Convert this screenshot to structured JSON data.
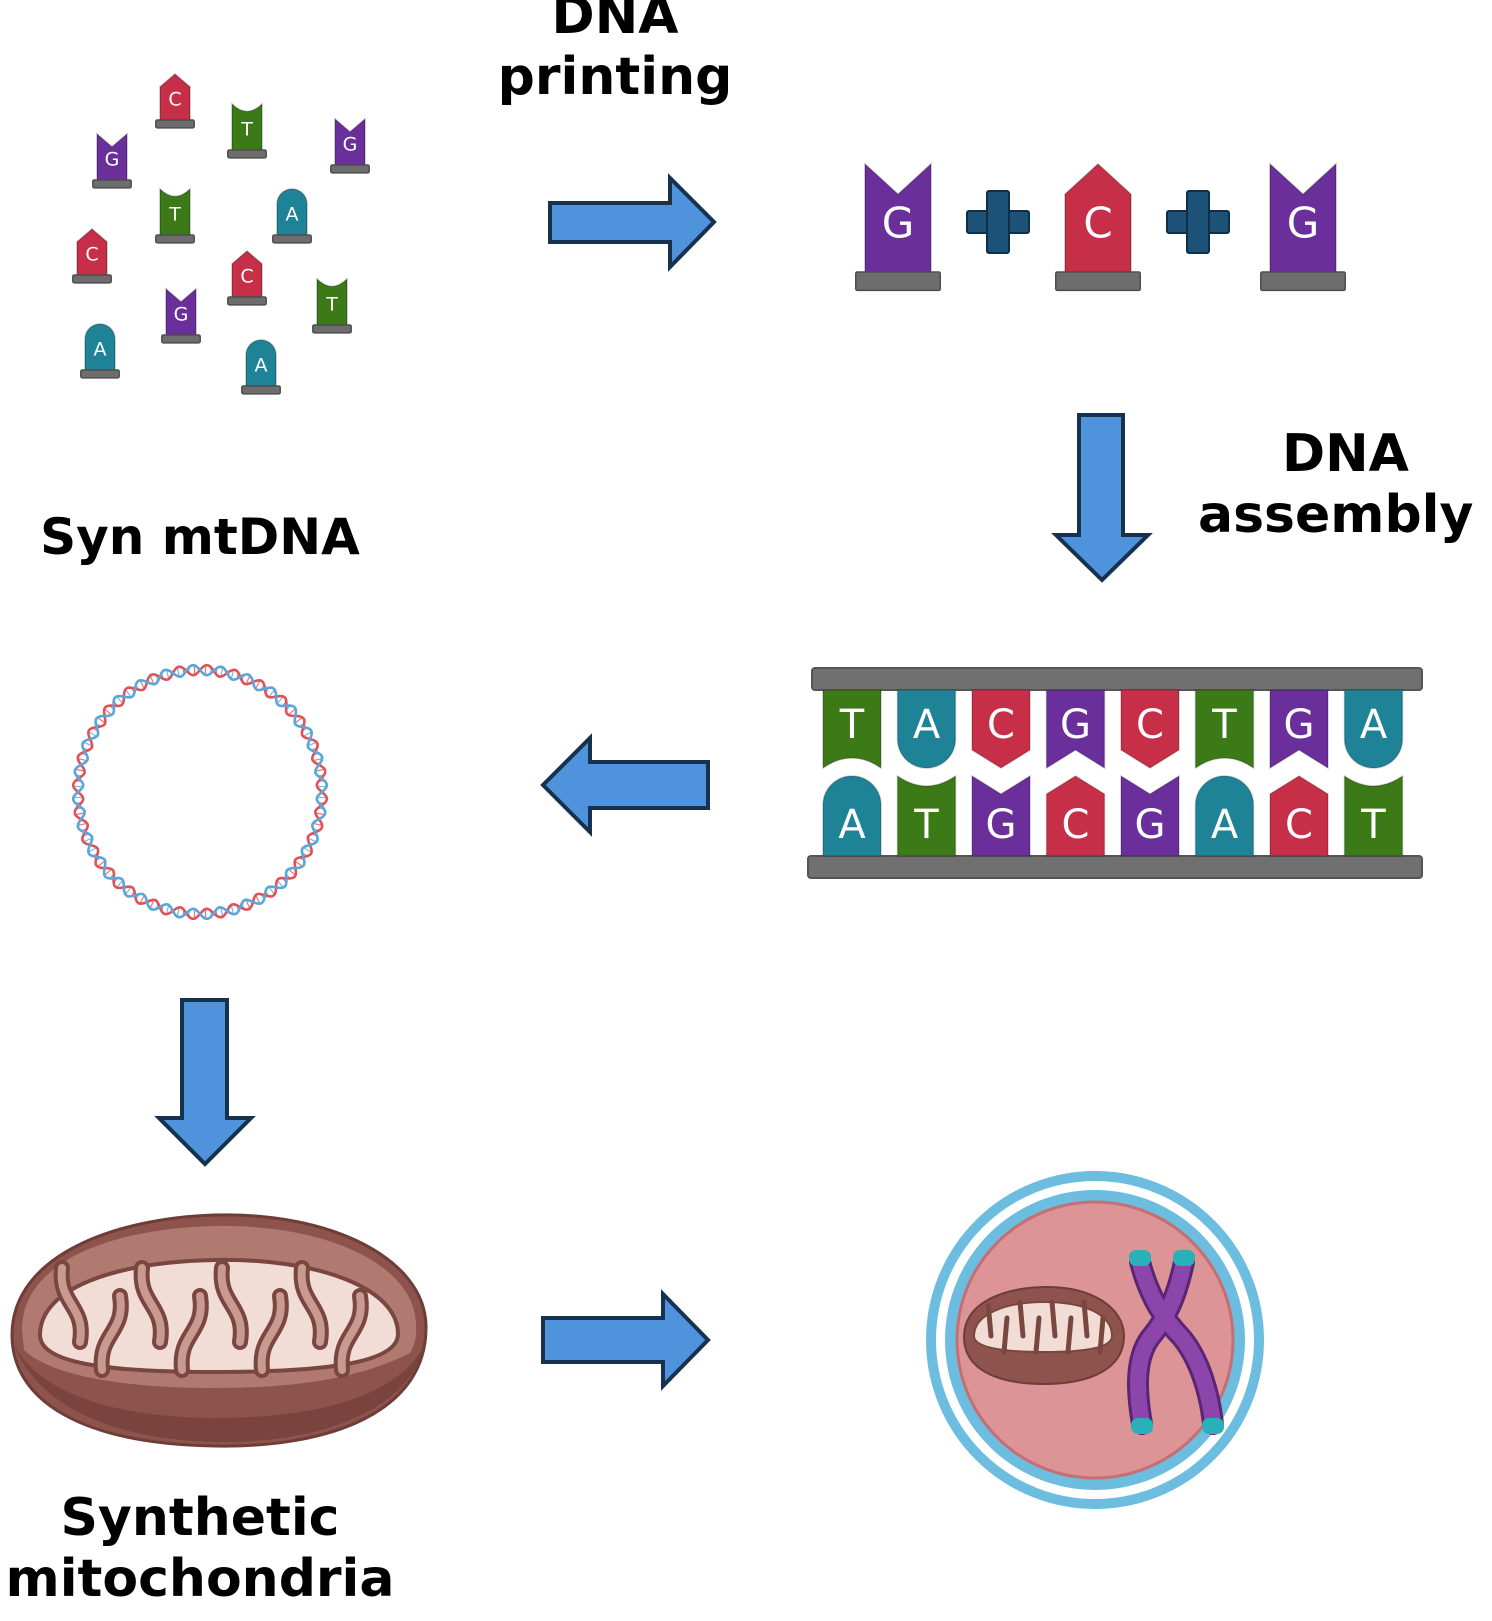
{
  "labels": {
    "dna_printing": [
      "DNA",
      "printing"
    ],
    "dna_assembly": [
      "DNA",
      "assembly"
    ],
    "syn_mtdna": "Syn mtDNA",
    "synthetic_mitochondria": [
      "Synthetic",
      "mitochondria"
    ]
  },
  "scattered_nucleotides": [
    "C",
    "T",
    "G",
    "G",
    "T",
    "A",
    "C",
    "C",
    "G",
    "T",
    "A",
    "A"
  ],
  "printed_sequence": [
    "G",
    "C",
    "G"
  ],
  "plus_symbol": "+",
  "assembly": {
    "top_strand": [
      "T",
      "A",
      "C",
      "G",
      "C",
      "T",
      "G",
      "A"
    ],
    "bottom_strand": [
      "A",
      "T",
      "G",
      "C",
      "G",
      "A",
      "C",
      "T"
    ]
  },
  "colors": {
    "A": "#1f8398",
    "C": "#c62f47",
    "G": "#6a2f9b",
    "T": "#3c7a17",
    "backbone": "#707070",
    "arrow_fill": "#4f93dc",
    "arrow_stroke": "#16324f",
    "plus": "#1c5277",
    "helix_red": "#e0525a",
    "helix_blue": "#5aa6d8",
    "cell_outer": "#6cbde0",
    "cell_inner": "#dc9496",
    "mito_outer": "#8a4f48",
    "mito_inner": "#f1ddd6",
    "chromosome": "#7f3a9c",
    "chromosome_tip": "#2ab0b8"
  }
}
